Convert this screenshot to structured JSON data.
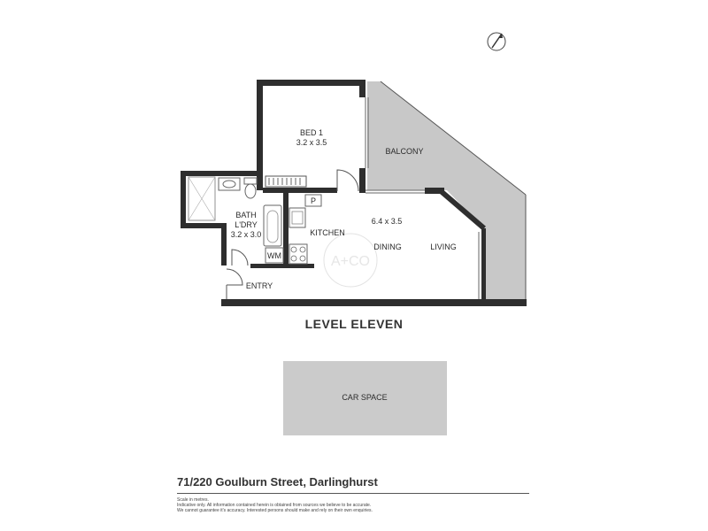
{
  "floor_plan": {
    "rooms": {
      "bed1": {
        "name": "BED 1",
        "size": "3.2 x 3.5"
      },
      "balcony": {
        "name": "BALCONY"
      },
      "bath": {
        "name_line1": "BATH",
        "name_line2": "L'DRY",
        "size": "3.2 x 3.0"
      },
      "kitchen": {
        "name": "KITCHEN"
      },
      "dining": {
        "name": "DINING",
        "size": "6.4 x 3.5"
      },
      "living": {
        "name": "LIVING"
      },
      "entry": {
        "name": "ENTRY"
      },
      "wm": {
        "name": "WM"
      },
      "pantry": {
        "name": "P"
      }
    },
    "level_title": "LEVEL ELEVEN",
    "car_space": "CAR SPACE",
    "watermark": "A+CO",
    "compass": "north-arrow-icon"
  },
  "footer": {
    "address": "71/220 Goulburn Street, Darlinghurst",
    "disclaimer": [
      "Scale in metres.",
      "Indicative only. All information contained herein is obtained from sources we believe to be accurate.",
      "We cannot guarantee it's accuracy. Interested persons should make and rely on their own enquiries."
    ]
  },
  "colors": {
    "wall": "#2e2e2e",
    "balcony_fill": "#c8c8c8",
    "car_fill": "#cbcbcb",
    "line": "#555555"
  }
}
